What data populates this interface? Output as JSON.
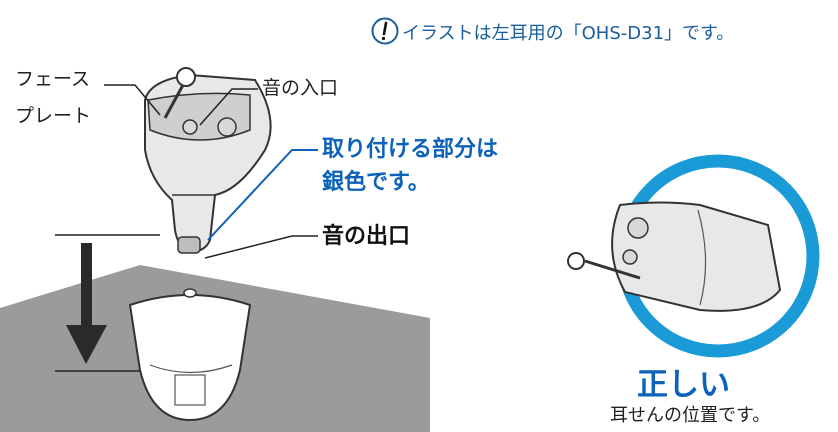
{
  "note": {
    "icon": "exclamation-circle-icon",
    "text": "イラストは左耳用の「OHS-D31」です。"
  },
  "labels": {
    "faceplate_line1": "フェース",
    "faceplate_line2": "プレート",
    "sound_inlet": "音の入口",
    "attach_part_line1": "取り付ける部分は",
    "attach_part_line2": "銀色です。",
    "sound_outlet": "音の出口"
  },
  "correct": {
    "title": "正しい",
    "caption": "耳せんの位置です。"
  },
  "colors": {
    "accent_blue": "#0c62b8",
    "ring_blue": "#1a9ad6",
    "table_gray": "#9c9c9c",
    "device_gray": "#c9c9c9"
  }
}
